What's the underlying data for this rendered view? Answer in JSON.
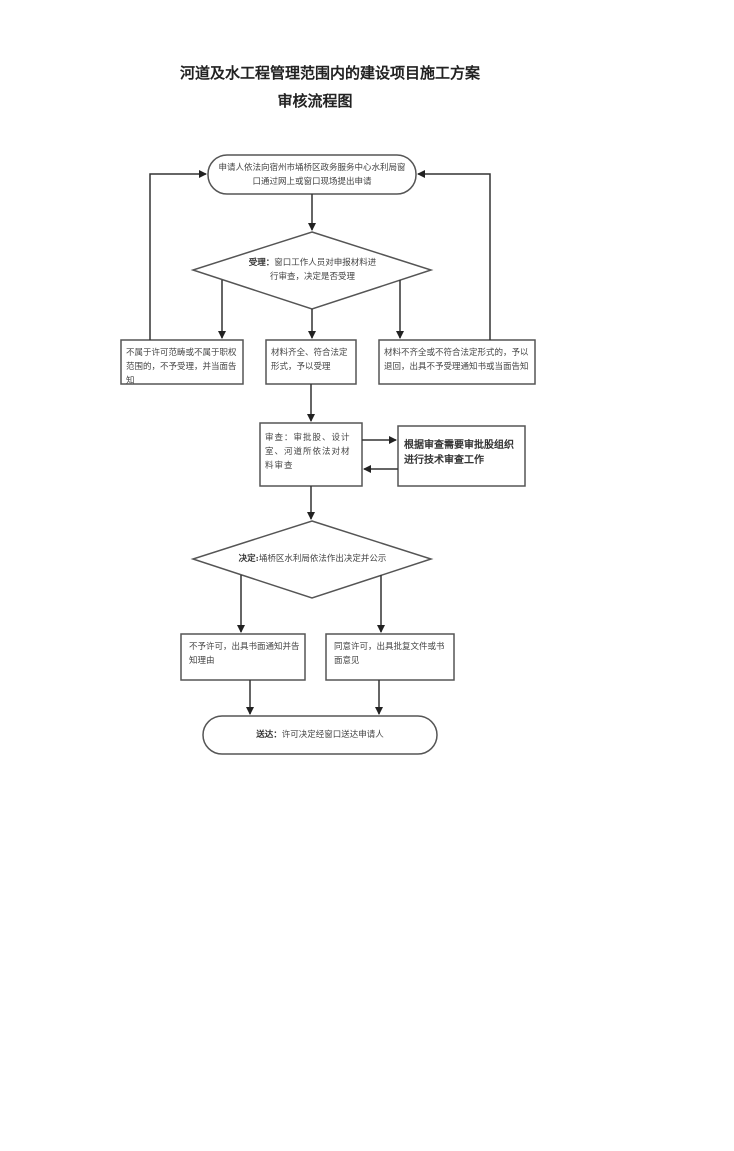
{
  "title": {
    "line1": "河道及水工程管理范围内的建设项目施工方案",
    "line2": "审核流程图"
  },
  "flowchart": {
    "start": {
      "text": "申请人依法向宿州市埇桥区政务服务中心水利局窗口通过网上或窗口现场提出申请"
    },
    "accept_decision": {
      "label": "受理：",
      "text": "窗口工作人员对申报材料进行审查，决定是否受理"
    },
    "branch_out_of_scope": {
      "text": "不属于许可范畴或不属于职权范围的，不予受理，并当面告知"
    },
    "branch_accepted": {
      "text": "材料齐全、符合法定形式，予以受理"
    },
    "branch_incomplete": {
      "text": "材料不齐全或不符合法定形式的，予以退回，出具不予受理通知书或当面告知"
    },
    "review": {
      "text": "审查：审批股、设计室、河道所依法对材料审查"
    },
    "technical_review": {
      "text": "根据审查需要审批股组织进行技术审查工作"
    },
    "decision": {
      "label": "决定:",
      "text": "埇桥区水利局依法作出决定并公示"
    },
    "denied": {
      "text": "不予许可，出具书面通知并告知理由"
    },
    "approved": {
      "text": "同意许可，出具批复文件或书面意见"
    },
    "delivery": {
      "label": "送达：",
      "text": "许可决定经窗口送达申请人"
    }
  },
  "colors": {
    "stroke": "#444444",
    "text": "#444444"
  }
}
